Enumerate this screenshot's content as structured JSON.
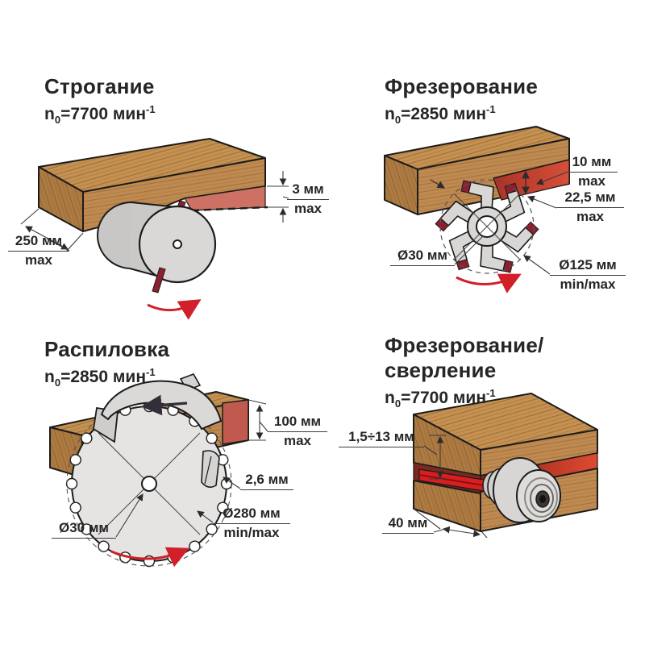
{
  "colors": {
    "accent_red": "#d1202a",
    "cut_red": "#c9655a",
    "bright_red": "#d81f1f",
    "blade_insert_red": "#8c2030",
    "wood_top": "#c59150",
    "wood_front": "#bf8a50",
    "wood_end": "#ad7a42",
    "metal_gray": "#d8d6d4",
    "outline": "#1c1c1c",
    "text": "#262626"
  },
  "quadrants": {
    "planing": {
      "title": "Строгание",
      "speed": {
        "var": "n",
        "sub": "0",
        "eq": "=7700 мин",
        "sup": "-1"
      },
      "dims": {
        "depth": {
          "line1": "3 мм",
          "line2": "max"
        },
        "width": {
          "line1": "250 мм",
          "line2": "max"
        }
      }
    },
    "milling": {
      "title": "Фрезерование",
      "speed": {
        "var": "n",
        "sub": "0",
        "eq": "=2850 мин",
        "sup": "-1"
      },
      "dims": {
        "depth": {
          "line1": "10 мм",
          "line2": "max"
        },
        "height": {
          "line1": "22,5 мм",
          "line2": "max"
        },
        "bore": {
          "line1": "Ø30 мм",
          "line2": ""
        },
        "diameter": {
          "line1": "Ø125 мм",
          "line2": "min/max"
        }
      }
    },
    "sawing": {
      "title": "Распиловка",
      "speed": {
        "var": "n",
        "sub": "0",
        "eq": "=2850 мин",
        "sup": "-1"
      },
      "dims": {
        "height": {
          "line1": "100 мм",
          "line2": "max"
        },
        "kerf": {
          "line1": "2,6 мм",
          "line2": ""
        },
        "diameter": {
          "line1": "Ø280 мм",
          "line2": "min/max"
        },
        "bore": {
          "line1": "Ø30 мм",
          "line2": ""
        }
      }
    },
    "drilling": {
      "title": "Фрезерование/сверление",
      "speed": {
        "var": "n",
        "sub": "0",
        "eq": "=7700 мин",
        "sup": "-1"
      },
      "dims": {
        "range": {
          "line1": "1,5÷13 мм",
          "line2": ""
        },
        "depth": {
          "line1": "40 мм",
          "line2": ""
        }
      }
    }
  }
}
